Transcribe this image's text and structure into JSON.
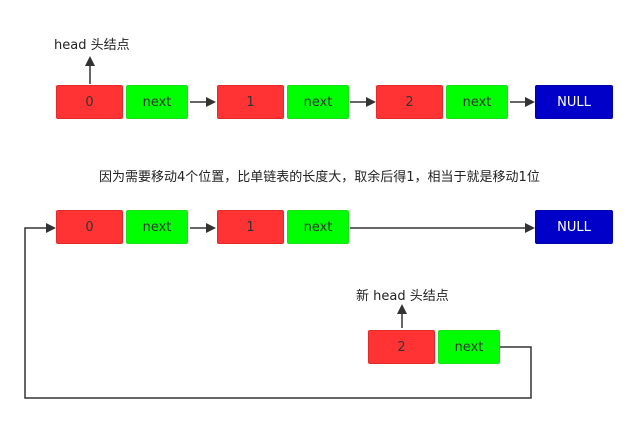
{
  "colors": {
    "data_cell": "#ff3333",
    "next_cell": "#00ff00",
    "null_cell": "#0000c8",
    "arrow": "#333333"
  },
  "top_list": {
    "head_label": "head 头结点",
    "nodes": [
      {
        "value": "0",
        "next": "next"
      },
      {
        "value": "1",
        "next": "next"
      },
      {
        "value": "2",
        "next": "next"
      }
    ],
    "terminal": "NULL"
  },
  "caption": "因为需要移动4个位置，比单链表的长度大，取余后得1，相当于就是移动1位",
  "bottom_list": {
    "nodes": [
      {
        "value": "0",
        "next": "next"
      },
      {
        "value": "1",
        "next": "next"
      }
    ],
    "terminal": "NULL"
  },
  "new_head": {
    "label": "新 head 头结点",
    "node": {
      "value": "2",
      "next": "next"
    }
  }
}
